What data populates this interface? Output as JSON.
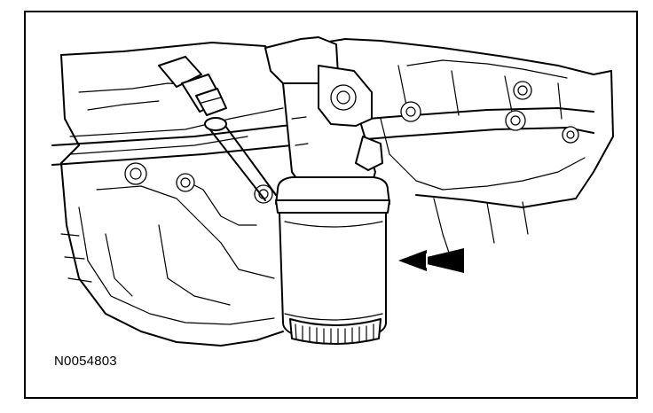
{
  "figure": {
    "reference_code": "N0054803",
    "ink_color": "#000000",
    "background_color": "#ffffff",
    "arrow": {
      "direction": "left",
      "style": "solid-black-double-chevron"
    }
  }
}
